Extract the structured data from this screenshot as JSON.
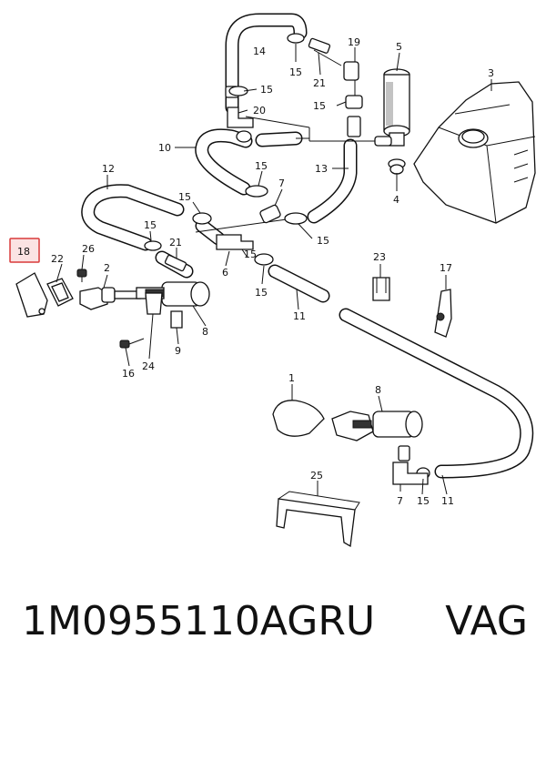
{
  "callouts": [
    {
      "id": "c1",
      "label": "1"
    },
    {
      "id": "c2",
      "label": "2"
    },
    {
      "id": "c3",
      "label": "3"
    },
    {
      "id": "c4",
      "label": "4"
    },
    {
      "id": "c5",
      "label": "5"
    },
    {
      "id": "c6",
      "label": "6"
    },
    {
      "id": "c7a",
      "label": "7"
    },
    {
      "id": "c7b",
      "label": "7"
    },
    {
      "id": "c8a",
      "label": "8"
    },
    {
      "id": "c8b",
      "label": "8"
    },
    {
      "id": "c9",
      "label": "9"
    },
    {
      "id": "c10",
      "label": "10"
    },
    {
      "id": "c11a",
      "label": "11"
    },
    {
      "id": "c11b",
      "label": "11"
    },
    {
      "id": "c12",
      "label": "12"
    },
    {
      "id": "c13",
      "label": "13"
    },
    {
      "id": "c14",
      "label": "14"
    },
    {
      "id": "c15a",
      "label": "15"
    },
    {
      "id": "c15b",
      "label": "15"
    },
    {
      "id": "c15c",
      "label": "15"
    },
    {
      "id": "c15d",
      "label": "15"
    },
    {
      "id": "c15e",
      "label": "15"
    },
    {
      "id": "c15f",
      "label": "15"
    },
    {
      "id": "c15g",
      "label": "15"
    },
    {
      "id": "c15h",
      "label": "15"
    },
    {
      "id": "c15i",
      "label": "15"
    },
    {
      "id": "c15j",
      "label": "15"
    },
    {
      "id": "c16",
      "label": "16"
    },
    {
      "id": "c17",
      "label": "17"
    },
    {
      "id": "c18",
      "label": "18"
    },
    {
      "id": "c19",
      "label": "19"
    },
    {
      "id": "c20",
      "label": "20"
    },
    {
      "id": "c21a",
      "label": "21"
    },
    {
      "id": "c21b",
      "label": "21"
    },
    {
      "id": "c22",
      "label": "22"
    },
    {
      "id": "c23",
      "label": "23"
    },
    {
      "id": "c24",
      "label": "24"
    },
    {
      "id": "c25",
      "label": "25"
    },
    {
      "id": "c26",
      "label": "26"
    }
  ],
  "highlight": {
    "callout": "18",
    "color": "#d93a3a",
    "fill": "#fbe3e3"
  },
  "caption": {
    "part_number": "1M0955110AGRU",
    "brand": "VAG"
  }
}
